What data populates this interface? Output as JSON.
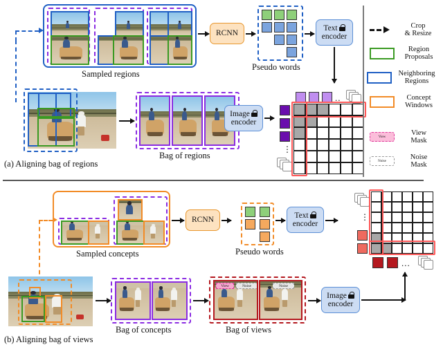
{
  "figure": {
    "panels": [
      {
        "id": "a",
        "caption": "(a) Aligning bag of regions",
        "labels": {
          "sampled": "Sampled regions",
          "pseudo_words": "Pseudo words",
          "bag": "Bag of regions"
        },
        "boxes": {
          "rcnn": "RCNN",
          "text_encoder_line1": "Text",
          "text_encoder_line2": "encoder",
          "image_encoder_line1": "Image",
          "image_encoder_line2": "encoder"
        },
        "pseudo_word_colors": [
          "green",
          "green",
          "green",
          "blue",
          "blue",
          "blue",
          "blue",
          "blue",
          "blue"
        ],
        "matrix": {
          "rows": 6,
          "cols": 6,
          "row_header_color": "dpurple",
          "col_header_color": "lpurple",
          "gray_cells": [
            [
              0,
              0
            ],
            [
              0,
              1
            ],
            [
              0,
              2
            ],
            [
              1,
              0
            ],
            [
              1,
              1
            ],
            [
              2,
              0
            ]
          ],
          "highlight_row": 0,
          "highlight_col": 0,
          "dots": "..",
          "vdots": "⋮"
        }
      },
      {
        "id": "b",
        "caption": "(b) Aligning bag of views",
        "labels": {
          "sampled": "Sampled concepts",
          "pseudo_words": "Pseudo words",
          "bag_concepts": "Bag of concepts",
          "bag_views": "Bag of views"
        },
        "boxes": {
          "rcnn": "RCNN",
          "text_encoder_line1": "Text",
          "text_encoder_line2": "encoder",
          "image_encoder_line1": "Image",
          "image_encoder_line2": "encoder"
        },
        "pseudo_word_colors": [
          "green",
          "green",
          "orange",
          "orange",
          "orange"
        ],
        "mask_labels": {
          "view": "View",
          "noise": "Noise"
        },
        "matrix": {
          "rows": 6,
          "cols": 6,
          "row_header_color": "red",
          "col_header_color": "dred",
          "gray_cells": [
            [
              4,
              0
            ],
            [
              5,
              0
            ],
            [
              5,
              1
            ]
          ],
          "highlight_row": 5,
          "highlight_col": 0,
          "dots": "...",
          "vdots": "⋮"
        }
      }
    ],
    "legend": {
      "items": [
        {
          "name": "crop-resize",
          "line1": "Crop",
          "line2": "& Resize",
          "swatch": "dashed-arrow",
          "color": "#111111"
        },
        {
          "name": "region-proposals",
          "line1": "Region",
          "line2": "Proposals",
          "swatch": "box",
          "color": "#3a9a22"
        },
        {
          "name": "neighboring-regions",
          "line1": "Neighboring",
          "line2": "Regions",
          "swatch": "box",
          "color": "#1f5fc4"
        },
        {
          "name": "concept-windows",
          "line1": "Concept",
          "line2": "Windows",
          "swatch": "box",
          "color": "#f28b26"
        },
        {
          "name": "view-mask",
          "line1": "View",
          "line2": "Mask",
          "swatch": "mask",
          "text": "View",
          "color": "#e0379b"
        },
        {
          "name": "noise-mask",
          "line1": "Noise",
          "line2": "Mask",
          "swatch": "mask",
          "text": "Noise",
          "color": "#9a9a9a"
        }
      ]
    }
  }
}
